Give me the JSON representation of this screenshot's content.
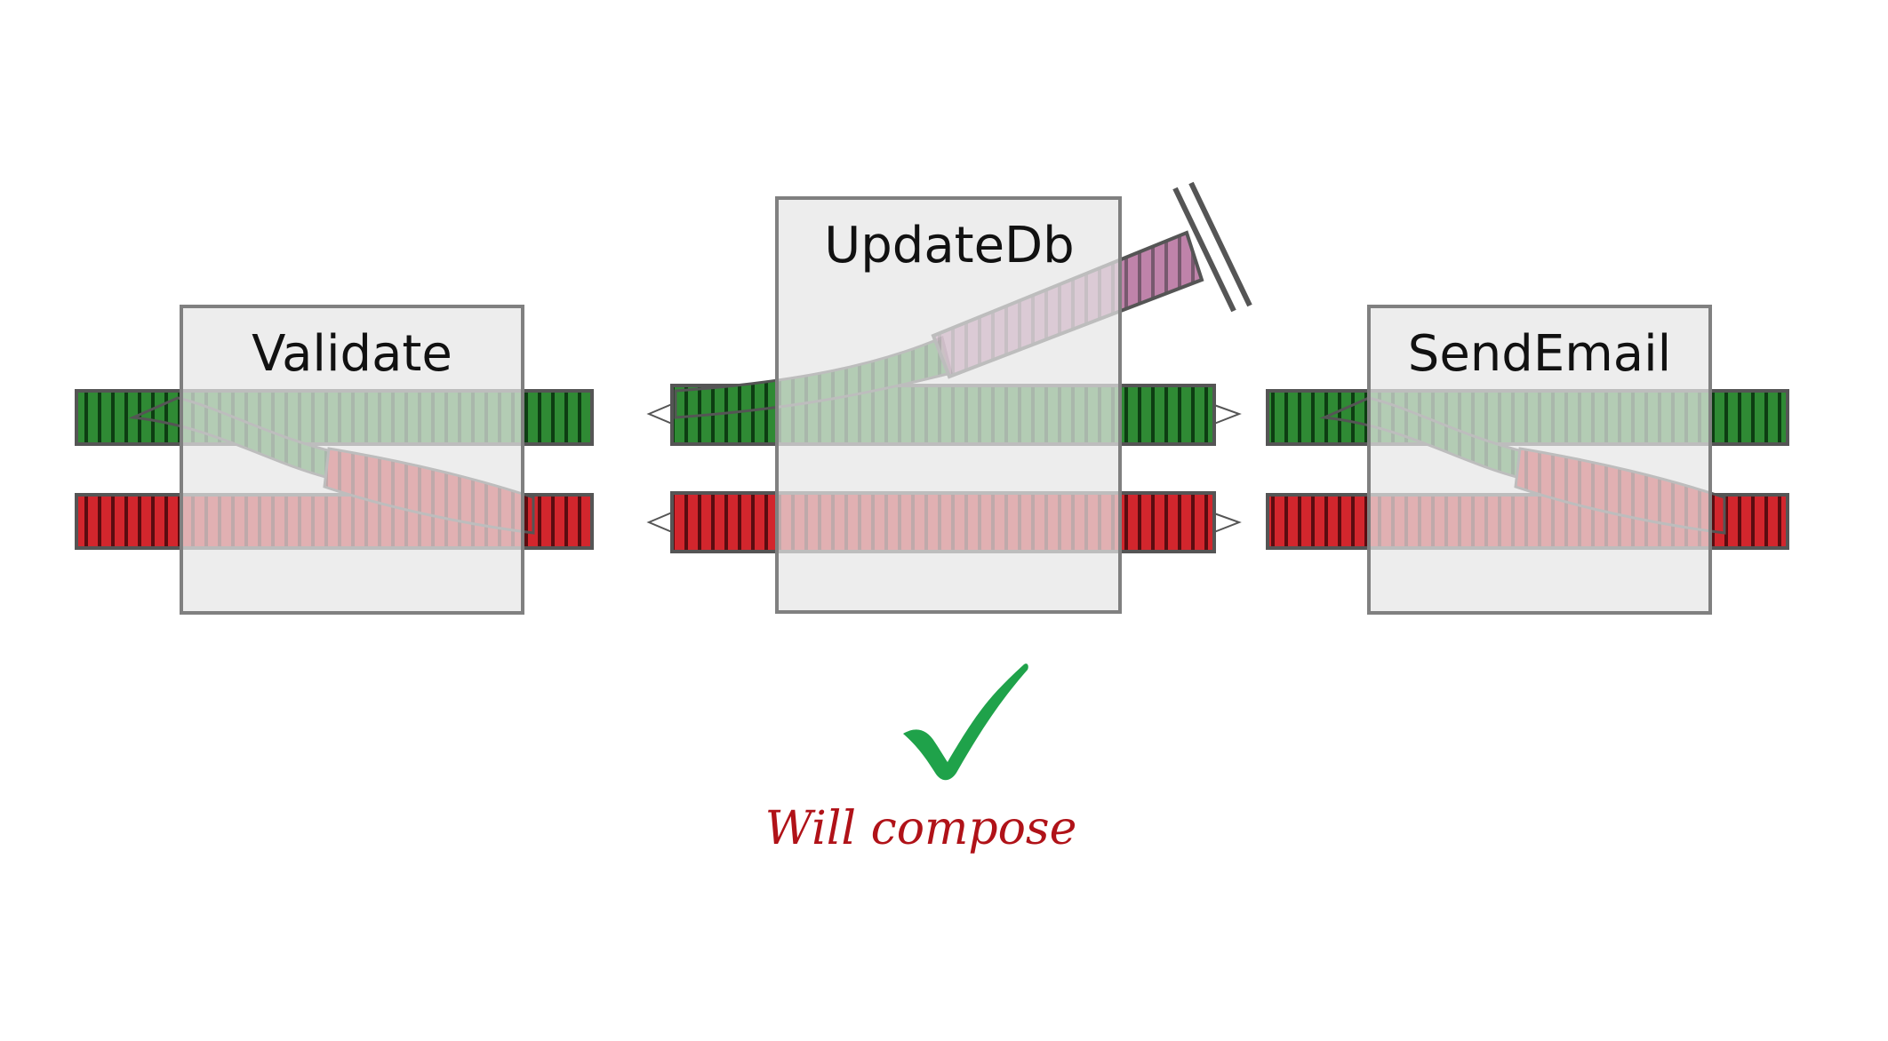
{
  "blocks": [
    {
      "id": "validate",
      "label": "Validate"
    },
    {
      "id": "updatedb",
      "label": "UpdateDb"
    },
    {
      "id": "sendemail",
      "label": "SendEmail"
    }
  ],
  "caption": "Will compose",
  "colors": {
    "success_track": "#2f8a34",
    "failure_track": "#c8232a",
    "dead_end_track": "#9b4a78",
    "box_fill": "#e6e6e6",
    "box_border": "#808080",
    "check": "#1fa24a",
    "caption": "#b01218"
  },
  "icons": {
    "status": "checkmark-icon",
    "terminator": "buffer-stop-icon"
  }
}
